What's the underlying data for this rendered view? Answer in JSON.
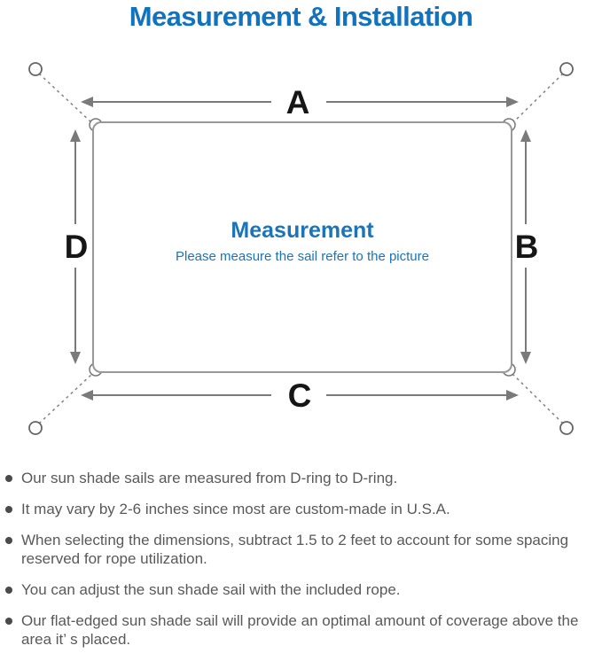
{
  "title": "Measurement & Installation",
  "diagram": {
    "labels": {
      "top": "A",
      "right": "B",
      "bottom": "C",
      "left": "D"
    },
    "center_title": "Measurement",
    "center_subtitle": "Please measure the sail refer to the picture"
  },
  "colors": {
    "title_blue": "#1173bd",
    "diagram_blue": "#1b74b8",
    "outline_gray": "#999999",
    "arrow_gray": "#7a7a7a",
    "label_black": "#161616",
    "note_gray": "#595959"
  },
  "notes": {
    "items": [
      {
        "text": "Our sun shade sails are measured from D-ring to D-ring."
      },
      {
        "text": "It may vary by 2-6 inches since most are custom-made in U.S.A."
      },
      {
        "text": "When selecting the dimensions, subtract 1.5 to 2 feet to account for some spacing reserved for rope utilization."
      },
      {
        "text": "You can adjust the sun shade sail with the included rope."
      },
      {
        "text": "Our flat-edged sun shade sail will provide an optimal amount of coverage above the area it’ s placed."
      }
    ]
  }
}
